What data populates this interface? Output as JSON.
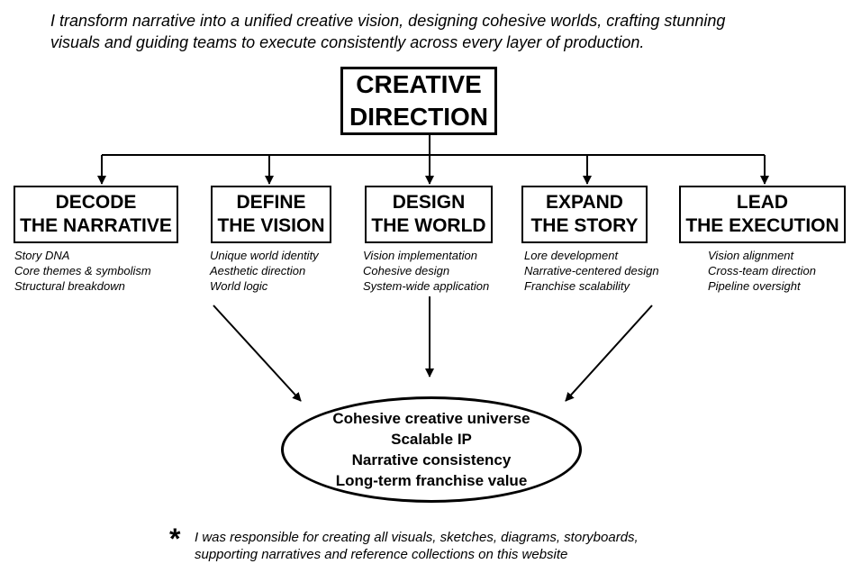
{
  "intro": {
    "line1": "I transform narrative into a unified creative vision, designing cohesive worlds, crafting stunning",
    "line2": "visuals and guiding teams to execute consistently across every layer of production."
  },
  "main": {
    "line1": "CREATIVE",
    "line2": "DIRECTION"
  },
  "pillars": [
    {
      "line1": "DECODE",
      "line2": "THE NARRATIVE",
      "items": [
        "Story DNA",
        "Core themes & symbolism",
        "Structural breakdown"
      ]
    },
    {
      "line1": "DEFINE",
      "line2": "THE VISION",
      "items": [
        "Unique world identity",
        "Aesthetic direction",
        "World logic"
      ]
    },
    {
      "line1": "DESIGN",
      "line2": "THE WORLD",
      "items": [
        "Vision implementation",
        "Cohesive design",
        "System-wide application"
      ]
    },
    {
      "line1": "EXPAND",
      "line2": "THE STORY",
      "items": [
        "Lore development",
        "Narrative-centered design",
        "Franchise scalability"
      ]
    },
    {
      "line1": "LEAD",
      "line2": "THE EXECUTION",
      "items": [
        "Vision alignment",
        "Cross-team direction",
        "Pipeline oversight"
      ]
    }
  ],
  "outcomes": [
    "Cohesive creative universe",
    "Scalable IP",
    "Narrative consistency",
    "Long-term franchise value"
  ],
  "footnote": {
    "symbol": "*",
    "line1": "I was responsible for creating all visuals, sketches, diagrams, storyboards,",
    "line2": "supporting narratives and reference collections on this website"
  },
  "colors": {
    "ink": "#000000",
    "background": "#ffffff"
  }
}
